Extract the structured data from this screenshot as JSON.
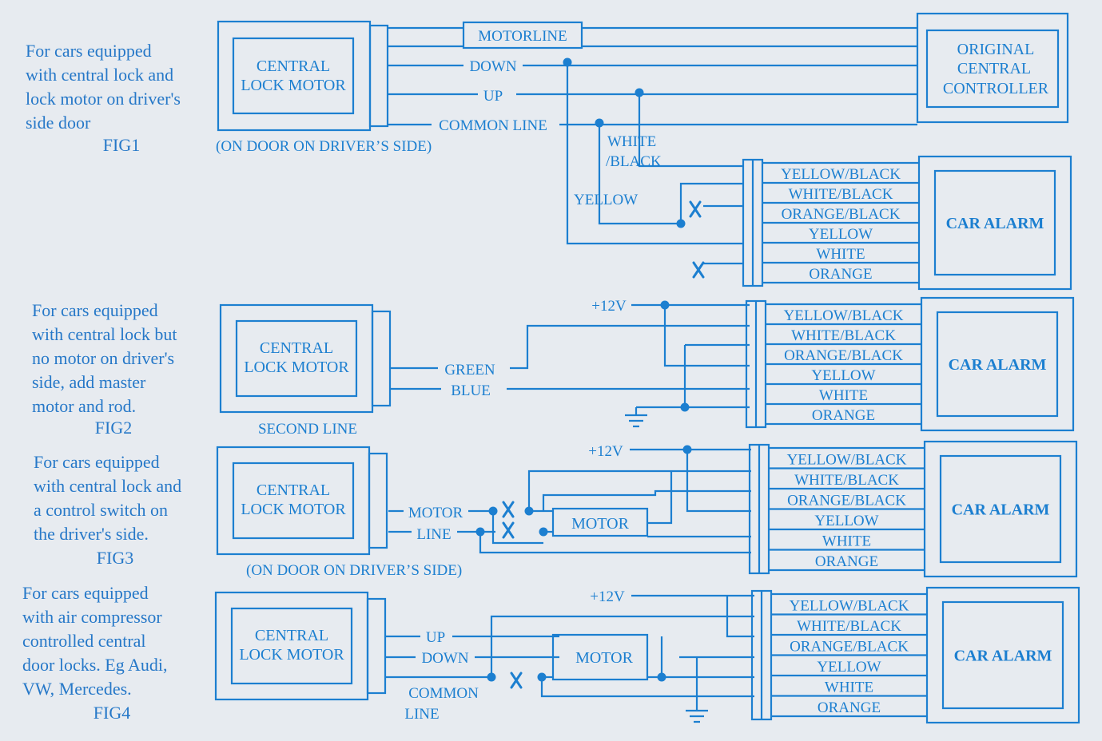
{
  "fig1": {
    "description": [
      "For cars equipped",
      "with central lock and",
      "lock motor on driver's",
      "side door"
    ],
    "fig_label": "FIG1",
    "motor_label": [
      "CENTRAL",
      "LOCK MOTOR"
    ],
    "caption": "(ON DOOR ON DRIVER’S  SIDE)",
    "controller_label": [
      "ORIGINAL",
      "CENTRAL",
      "CONTROLLER"
    ],
    "wire_motorline": "MOTORLINE",
    "wire_down": "DOWN",
    "wire_up": "UP",
    "wire_common": "COMMON LINE",
    "wire_white_black": [
      "WHITE",
      "/BLACK"
    ],
    "wire_yellow": "YELLOW",
    "alarm_label": "CAR ALARM"
  },
  "fig2": {
    "description": [
      "For cars equipped",
      "with central lock but",
      "no motor on driver's",
      "side, add master",
      "motor and rod."
    ],
    "fig_label": "FIG2",
    "motor_label": [
      "CENTRAL",
      "LOCK MOTOR"
    ],
    "caption": "SECOND LINE",
    "wire_green": "GREEN",
    "wire_blue": "BLUE",
    "supply": "+12V",
    "alarm_label": "CAR ALARM"
  },
  "fig3": {
    "description": [
      "For cars equipped",
      "with central lock and",
      "a control switch on",
      "the driver's side."
    ],
    "fig_label": "FIG3",
    "motor_label": [
      "CENTRAL",
      "LOCK MOTOR"
    ],
    "caption": "(ON DOOR ON DRIVER’S SIDE)",
    "wire_motor_line": [
      "MOTOR",
      "LINE"
    ],
    "motor_box": "MOTOR",
    "supply": "+12V",
    "alarm_label": "CAR ALARM"
  },
  "fig4": {
    "description": [
      "For cars equipped",
      "with air compressor",
      "controlled central",
      "door locks. Eg Audi,",
      "VW, Mercedes."
    ],
    "fig_label": "FIG4",
    "motor_label": [
      "CENTRAL",
      "LOCK MOTOR"
    ],
    "wire_up": "UP",
    "wire_down": "DOWN",
    "wire_common_line": [
      "COMMON",
      "LINE"
    ],
    "motor_box": "MOTOR",
    "supply": "+12V",
    "alarm_label": "CAR ALARM"
  },
  "alarm_wires": [
    "YELLOW/BLACK",
    "WHITE/BLACK",
    "ORANGE/BLACK",
    "YELLOW",
    "WHITE",
    "ORANGE"
  ],
  "colors": {
    "ink": "#1c7fd0",
    "paper": "#e7ebf0"
  }
}
